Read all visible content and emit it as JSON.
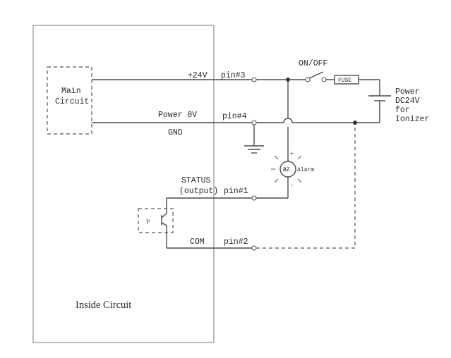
{
  "labels": {
    "main_circuit_line1": "Main",
    "main_circuit_line2": "Circuit",
    "inside_circuit": "Inside Circuit",
    "plus24v": "+24V",
    "power0v": "Power  0V",
    "gnd": "GND",
    "status": "STATUS",
    "output": "(output)",
    "com": "COM",
    "pin3": "pin#3",
    "pin4": "pin#4",
    "pin1": "pin#1",
    "pin2": "pin#2",
    "on_off": "ON/OFF",
    "fuse": "FUSE",
    "power_line1": "Power",
    "power_line2": "DC24V",
    "power_line3": "for",
    "power_line4": "Ionizer",
    "bz": "BZ",
    "alarm": "Alarm",
    "plus_sign": "+",
    "minus_sign": "-",
    "photo_symbol": "⅌"
  },
  "colors": {
    "line": "#4a4a4a",
    "text": "#2a2a2a",
    "background": "#ffffff"
  }
}
